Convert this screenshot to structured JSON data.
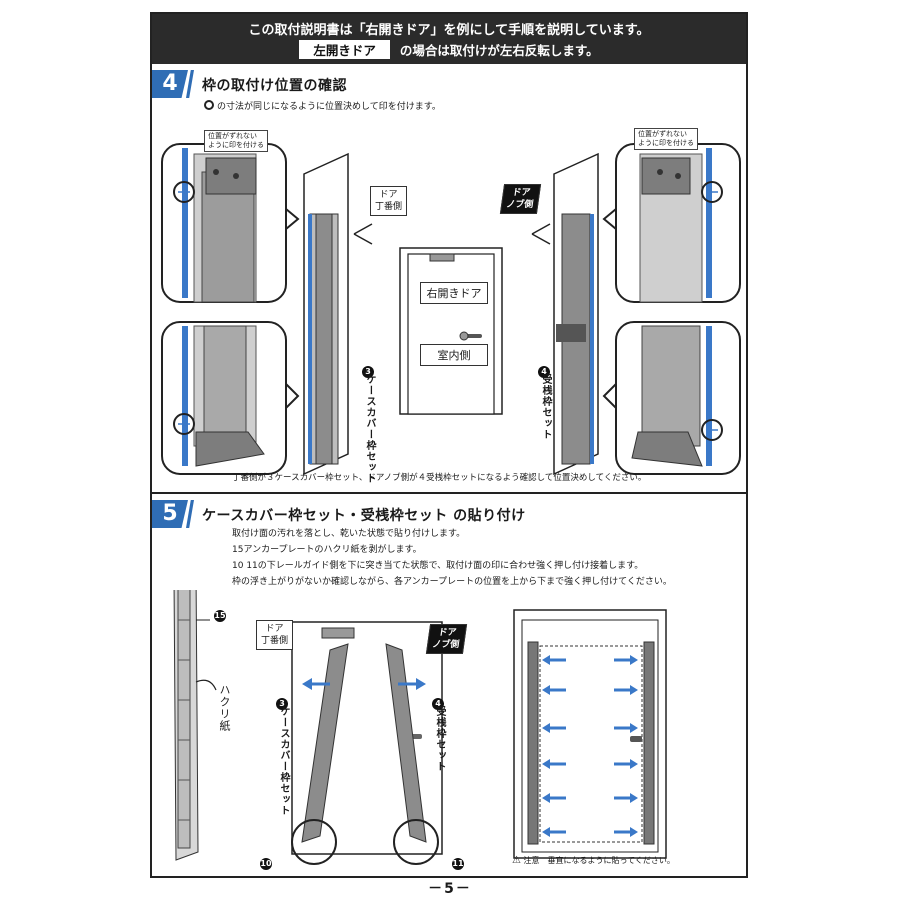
{
  "banner": {
    "line1": "この取付説明書は「右開きドア」を例にして手順を説明しています。",
    "chip": "左開きドア",
    "line2_rest": "の場合は取付けが左右反転します。"
  },
  "section4": {
    "number": "4",
    "title": "枠の取付け位置の確認",
    "intro": "の寸法が同じになるように位置決めして印を付けます。",
    "callout_left": "位置がずれない\nように印を付ける",
    "callout_right": "位置がずれない\nように印を付ける",
    "label_door_hinge": "ドア\n丁番側",
    "label_door_knob": "ドア\nノブ側",
    "door_label_top": "右開きドア",
    "door_label_bottom": "室内側",
    "part3_badge": "3",
    "part3_label": "ケースカバー枠セット",
    "part4_badge": "4",
    "part4_label": "受桟枠セット",
    "footer_note": "丁番側が３ケースカバー枠セット、ドアノブ側が４受桟枠セットになるよう確認して位置決めしてください。"
  },
  "section5": {
    "number": "5",
    "title": "ケースカバー枠セット・受桟枠セット の貼り付け",
    "line1": "取付け面の汚れを落とし、乾いた状態で貼り付けします。",
    "line2": "15アンカープレートのハクリ紙を剥がします。",
    "line3": "10 11の下レールガイド側を下に突き当てた状態で、取付け面の印に合わせ強く押し付け接着します。",
    "line4": "枠の浮き上がりがないか確認しながら、各アンカープレートの位置を上から下まで強く押し付けてください。",
    "badge15": "15",
    "peel_label": "ハクリ紙",
    "label_door_hinge": "ドア\n丁番側",
    "label_door_knob": "ドア\nノブ側",
    "part3_badge": "3",
    "part3_label": "ケースカバー枠セット",
    "part4_badge": "4",
    "part4_label": "受桟枠セット",
    "badge10": "10",
    "badge11": "11",
    "caution": "注意　垂直になるように貼ってください。"
  },
  "page_number": "－5－",
  "colors": {
    "accent_blue": "#2f6db5",
    "arrow_blue": "#3a78c8",
    "dark": "#2b2b2b"
  }
}
